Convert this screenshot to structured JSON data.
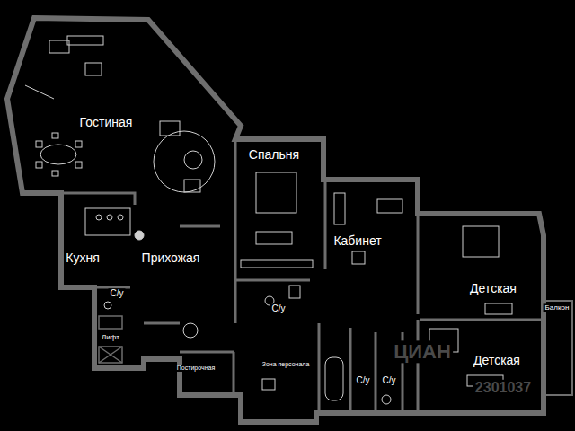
{
  "diagram": {
    "labels": [
      "Гостиная",
      "Кухня",
      "Прихожая",
      "Спальня",
      "Кабинет",
      "Детская",
      "Детская",
      "Балкон",
      "Лифт",
      "С/у",
      "С/у",
      "Постирочная",
      "Зона персонала",
      "С/у",
      "С/у",
      "ЦИАН",
      "2301037"
    ]
  }
}
